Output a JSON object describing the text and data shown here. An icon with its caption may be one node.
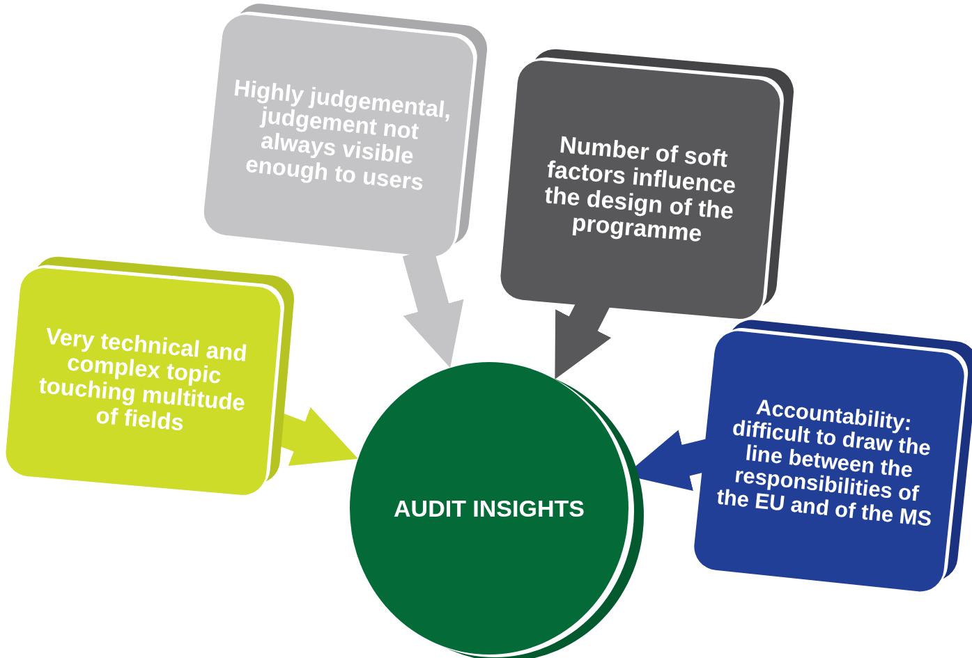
{
  "diagram": {
    "nodes": [
      {
        "text": [
          "Highly judgemental, judgement not always visible enough to users"
        ]
      },
      {
        "text": [
          "Number of soft factors influence the design of the programme"
        ]
      },
      {
        "text": [
          "Very technical and complex topic touching multitude of fields"
        ]
      },
      {
        "text": [
          "AUDIT INSIGHTS"
        ]
      },
      {
        "text": [
          "Accountability: difficult to draw the line between the responsibilities of the EU and of the MS"
        ]
      }
    ],
    "edges": [
      {
        "from": 0,
        "to": 3,
        "arrow": "to",
        "color": "#c4c4c6"
      },
      {
        "from": 1,
        "to": 3,
        "arrow": "to",
        "color": "#58585a"
      },
      {
        "from": 2,
        "to": 3,
        "arrow": "to",
        "color": "#cddc29"
      },
      {
        "from": 4,
        "to": 3,
        "arrow": "to",
        "color": "#213f97"
      }
    ]
  }
}
